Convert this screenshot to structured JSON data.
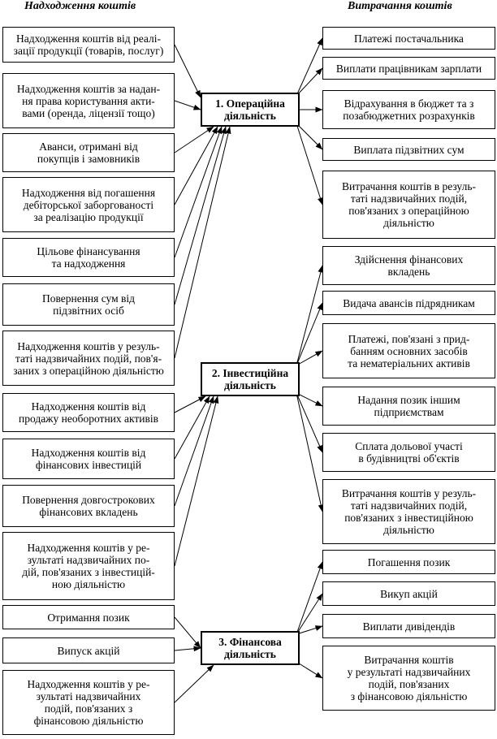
{
  "headers": {
    "inflows": "Надходження коштів",
    "outflows": "Витрачання коштів"
  },
  "activities": [
    "1. Операційна\nдіяльність",
    "2. Інвестиційна\nдіяльність",
    "3. Фінансова\nдіяльність"
  ],
  "inflows": [
    "Надходження коштів від реалі-\nзації продукції (товарів, послуг)",
    "Надходження коштів за надан-\nня права користування акти-\nвами (оренда, ліцензії тощо)",
    "Аванси, отримані від\nпокупців і замовників",
    "Надходження від погашення\nдебіторської заборгованості\nза реалізацію продукції",
    "Цільове фінансування\nта надходження",
    "Повернення сум від\nпідзвітних осіб",
    "Надходження коштів у резуль-\nтаті надзвичайних подій, пов'я-\nзаних з операційною діяльністю",
    "Надходження коштів від\nпродажу необоротних активів",
    "Надходження коштів від\nфінансових інвестицій",
    "Повернення довгострокових\nфінансових вкладень",
    "Надходження коштів у ре-\nзультаті надзвичайних по-\nдій, пов'язаних з інвестицій-\nною діяльністю",
    "Отримання позик",
    "Випуск акцій",
    "Надходження коштів у ре-\nзультаті надзвичайних\nподій, пов'язаних з\nфінансовою діяльністю"
  ],
  "outflows": [
    "Платежі постачальника",
    "Виплати працівникам зарплати",
    "Відрахування в бюджет та з\nпозабюджетних розрахунків",
    "Виплата підзвітних сум",
    "Витрачання коштів в резуль-\nтаті надзвичайних подій,\nпов'язаних з операційною\nдіяльністю",
    "Здійснення фінансових\nвкладень",
    "Видача авансів підрядникам",
    "Платежі, пов'язані з прид-\nбанням основних засобів\nта нематеріальних активів",
    "Надання позик іншим\nпідприємствам",
    "Сплата дольової участі\nв будівництві об'єктів",
    "Витрачання коштів у резуль-\nтаті надзвичайних подій,\nпов'язаних з інвестиційною\nдіяльністю",
    "Погашення позик",
    "Викуп акцій",
    "Виплати дивідендів",
    "Витрачання коштів\nу результаті надзвичайних\nподій, пов'язаних\nз фінансовою діяльністю"
  ]
}
